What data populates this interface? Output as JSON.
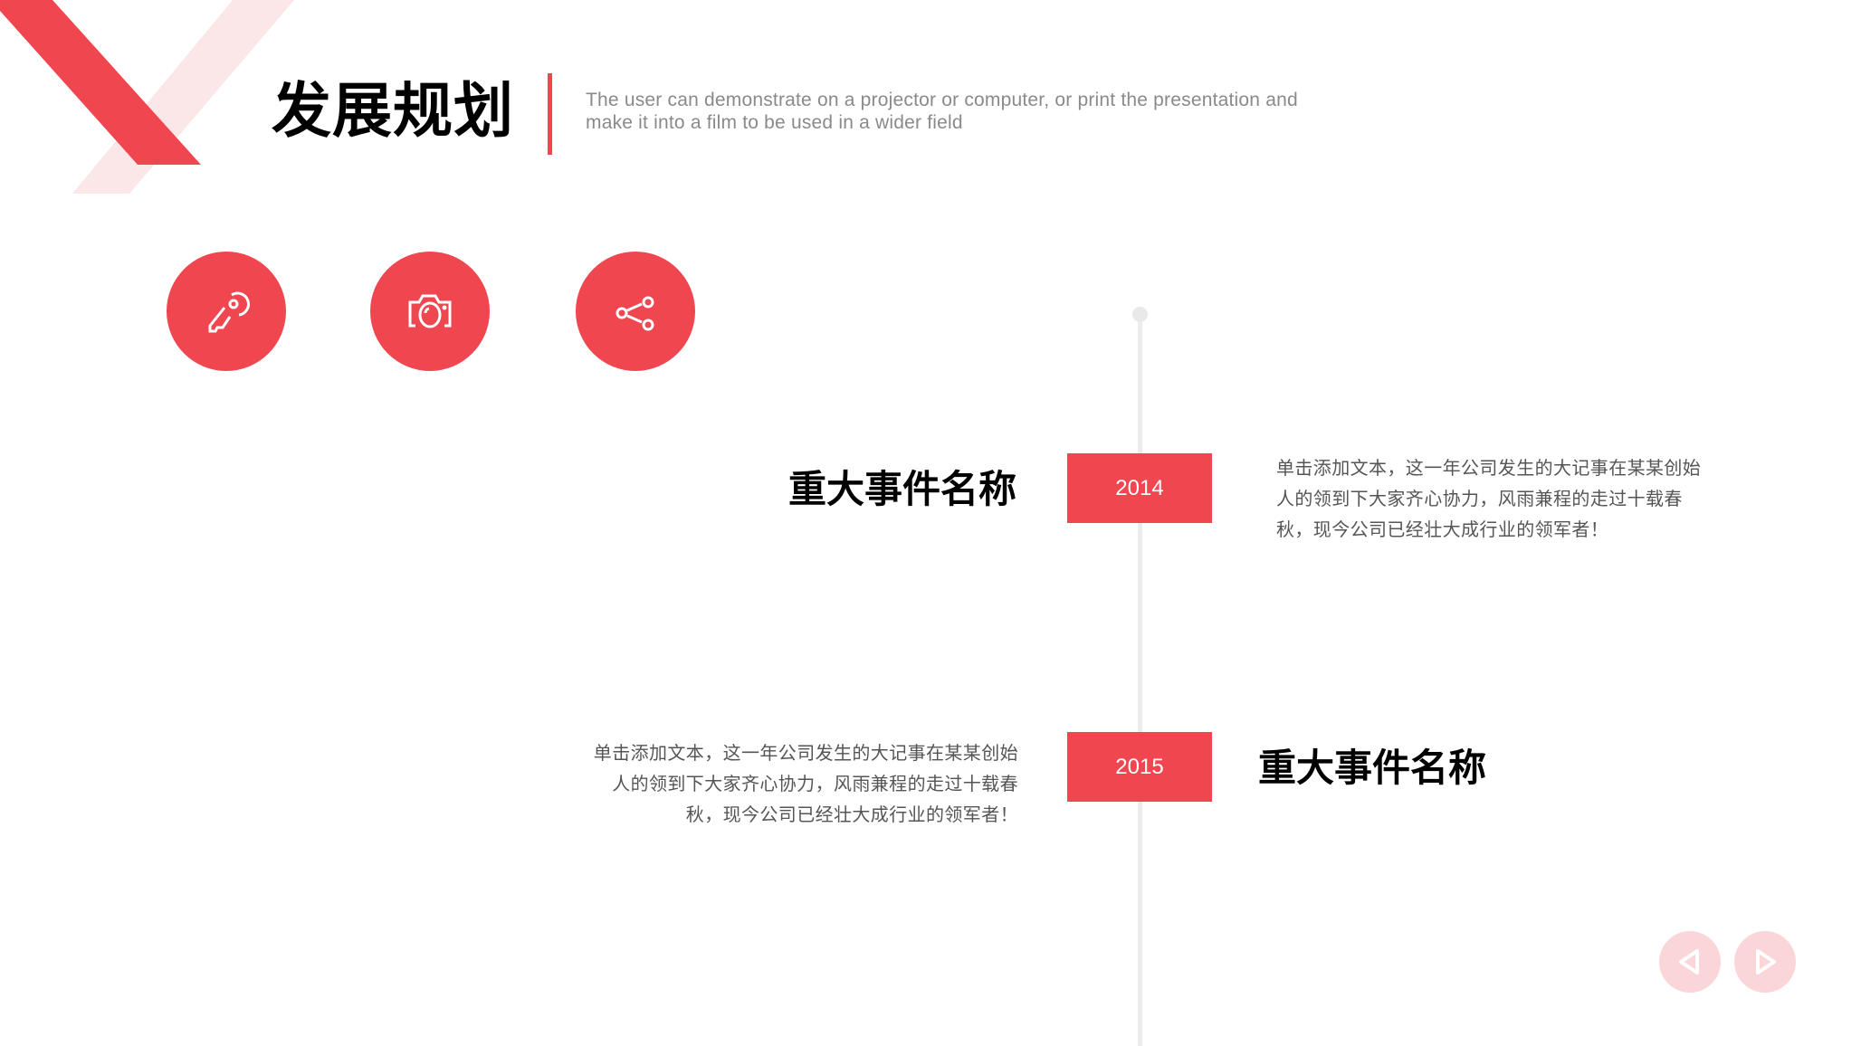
{
  "slide": {
    "title": "发展规划",
    "subtitle": "The user can demonstrate on a projector or computer, or print the presentation and make it into a film to be used in a wider field",
    "accent_color": "#ef4650",
    "accent_light": "#fbd6d9"
  },
  "icons": [
    {
      "name": "key-icon"
    },
    {
      "name": "camera-icon"
    },
    {
      "name": "share-icon"
    }
  ],
  "timeline": {
    "events": [
      {
        "year": "2014",
        "title": "重大事件名称",
        "description": "单击添加文本，这一年公司发生的大记事在某某创始人的领到下大家齐心协力，风雨兼程的走过十载春秋，现今公司已经壮大成行业的领军者！"
      },
      {
        "year": "2015",
        "title": "重大事件名称",
        "description": "单击添加文本，这一年公司发生的大记事在某某创始人的领到下大家齐心协力，风雨兼程的走过十载春秋，现今公司已经壮大成行业的领军者！"
      }
    ]
  },
  "navigation": {
    "prev": "previous-slide",
    "next": "next-slide"
  }
}
